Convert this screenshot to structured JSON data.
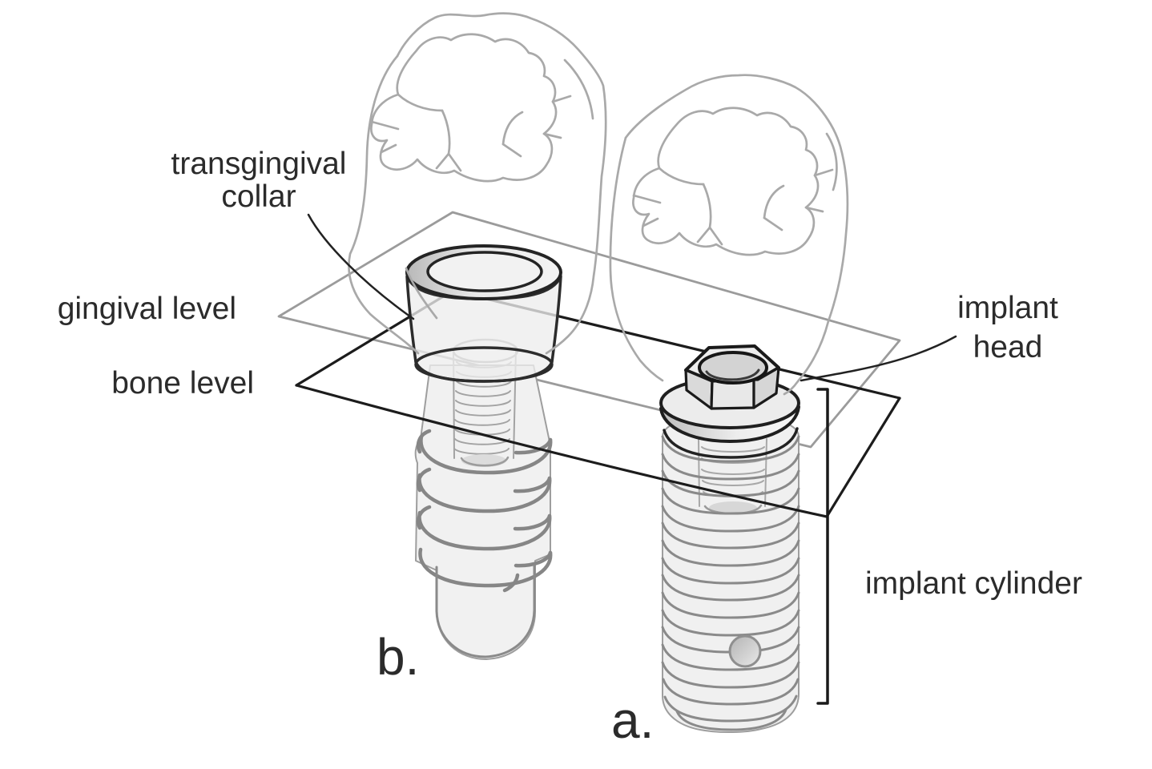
{
  "figure": {
    "type": "dental-implant-comparison-diagram",
    "background_color": "#ffffff",
    "ink_color": "#1c1c1c",
    "plane_gray_color": "#9b9b9b",
    "crown_line_color": "#a9a9a9",
    "labels": {
      "transgingival_collar_line1": "transgingival",
      "transgingival_collar_line2": "collar",
      "gingival_level": "gingival level",
      "bone_level": "bone level",
      "implant_head_line1": "implant",
      "implant_head_line2": "head",
      "implant_cylinder": "implant cylinder",
      "implant_a": "a.",
      "implant_b": "b."
    }
  }
}
